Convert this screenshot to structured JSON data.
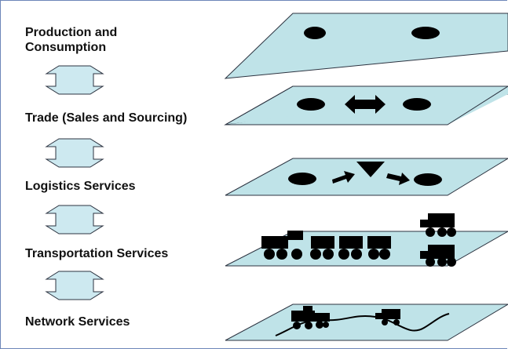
{
  "layers": [
    {
      "label_line1": "Production and",
      "label_line2": "Consumption"
    },
    {
      "label": "Trade (Sales and Sourcing)"
    },
    {
      "label": "Logistics Services"
    },
    {
      "label": "Transportation Services"
    },
    {
      "label": "Network Services"
    }
  ],
  "colors": {
    "plane_fill": "#bfe3e8",
    "arrow_fill": "#cde9f0",
    "outline": "#2c3340",
    "shape": "#000000",
    "frame": "#6d86b8"
  }
}
